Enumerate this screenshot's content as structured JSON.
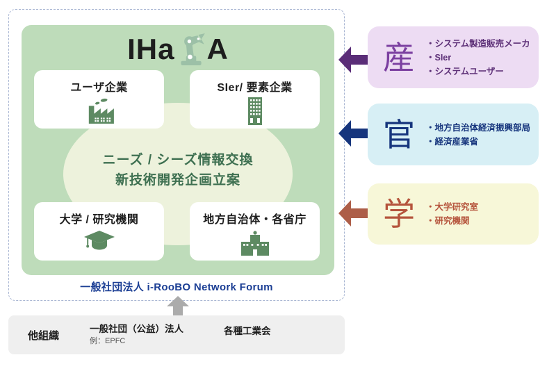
{
  "diagram": {
    "logo": {
      "prefix": "IHa",
      "suffix": "A",
      "robot_icon": "robot-arm-icon"
    },
    "center": {
      "line1": "ニーズ / シーズ情報交換",
      "line2": "新技術開発企画立案"
    },
    "cards": [
      {
        "label": "ユーザ企業",
        "icon": "factory-icon"
      },
      {
        "label": "SIer/ 要素企業",
        "icon": "office-building-icon"
      },
      {
        "label": "大学 / 研究機関",
        "icon": "graduation-cap-icon"
      },
      {
        "label": "地方自治体・各省庁",
        "icon": "government-building-icon"
      }
    ],
    "forum_label": "一般社団法人 i-RooBO Network Forum",
    "colors": {
      "green_box": "#bedcba",
      "center_ellipse": "#edf2dc",
      "center_text": "#3e7051",
      "card_icon": "#5d8a62",
      "forum_label": "#1b3e94",
      "dashed_border": "#a9b6d3"
    }
  },
  "side_groups": [
    {
      "kanji": "産",
      "items": [
        "・システム製造販売メーカ",
        "・SIer",
        "・システムユーザー"
      ],
      "bg": "#eddcf3",
      "fg": "#7b3fa0",
      "arrow": "#5a2d78"
    },
    {
      "kanji": "官",
      "items": [
        "・地方自治体経済振興部局",
        "・経済産業省"
      ],
      "bg": "#d7eff5",
      "fg": "#16357d",
      "arrow": "#16357d"
    },
    {
      "kanji": "学",
      "items": [
        "・大学研究室",
        "・研究機関"
      ],
      "bg": "#f7f7d8",
      "fg": "#b5543c",
      "arrow": "#ad5e48"
    }
  ],
  "other_orgs": {
    "label": "他組織",
    "group1": {
      "title": "一般社団（公益）法人",
      "note": "例：EPFC"
    },
    "group2": {
      "title": "各種工業会"
    },
    "bg": "#efefef",
    "arrow_color": "#ababab"
  }
}
